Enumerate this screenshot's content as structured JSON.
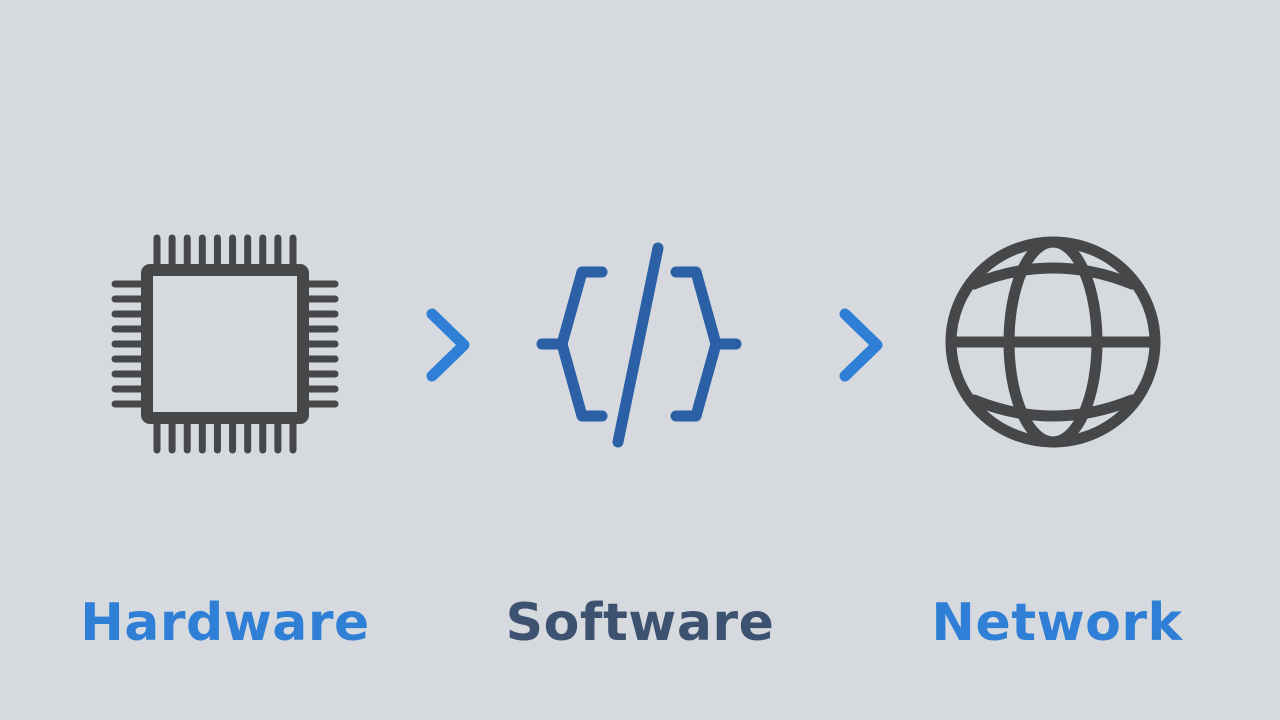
{
  "colors": {
    "background": "#d6dadf",
    "icon_dark": "#454749",
    "icon_blue": "#2b5fa6",
    "accent_blue": "#2f7fd6",
    "label_dark": "#3d5270"
  },
  "stages": [
    {
      "label": "Hardware",
      "icon": "cpu-chip-icon",
      "label_color": "#2f7fd6"
    },
    {
      "label": "Software",
      "icon": "code-brackets-icon",
      "label_color": "#3d5270"
    },
    {
      "label": "Network",
      "icon": "globe-icon",
      "label_color": "#2f7fd6"
    }
  ],
  "connectors": [
    "chevron-right-icon",
    "chevron-right-icon"
  ]
}
